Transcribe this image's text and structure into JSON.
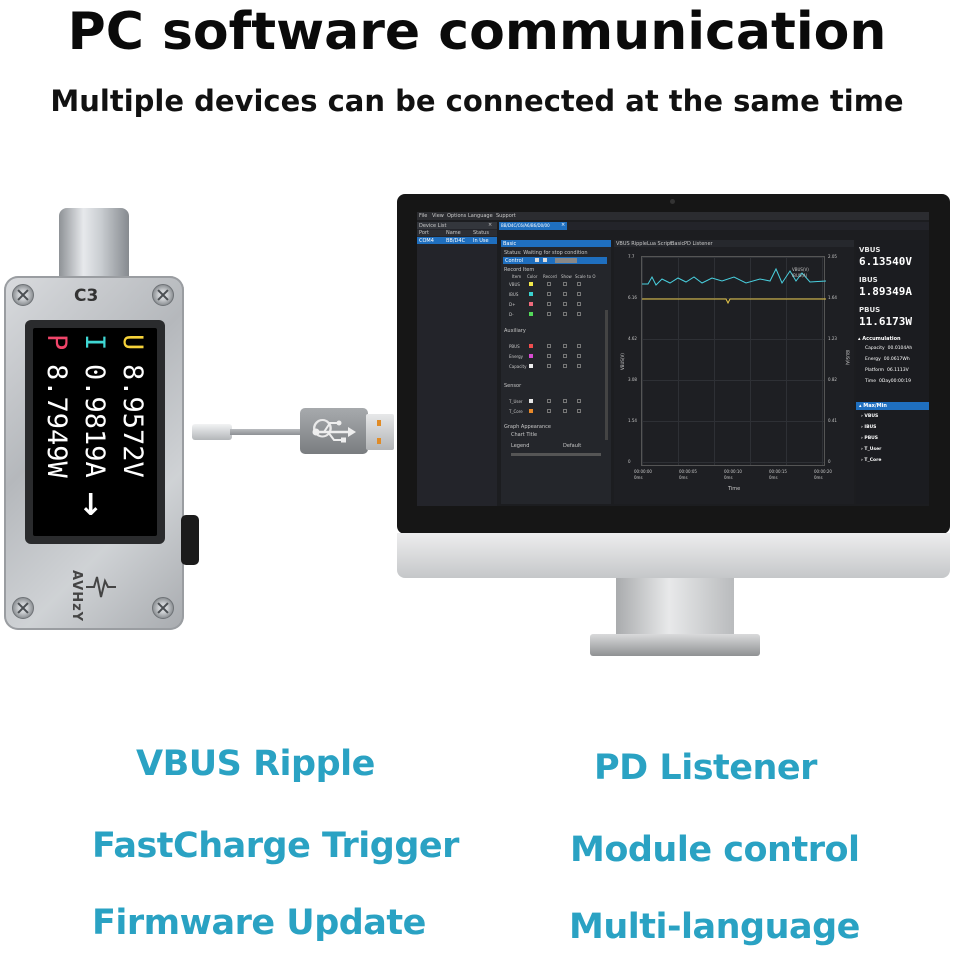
{
  "title": "PC software communication",
  "subtitle": "Multiple devices can be connected at the same time",
  "device": {
    "model": "C3",
    "brand": "AVHzY",
    "rows": [
      {
        "label": "U",
        "value": "8.9572V",
        "color": "#f6d23a"
      },
      {
        "label": "I",
        "value": "0.9819A",
        "color": "#3fd6d3"
      },
      {
        "label": "P",
        "value": "8.7949W",
        "color": "#f0456a"
      }
    ],
    "arrow": "↓"
  },
  "software": {
    "menu": [
      "File",
      "View",
      "Options",
      "Language",
      "Support"
    ],
    "device_list": {
      "title": "Device List",
      "columns": [
        "Port",
        "Name",
        "Status"
      ],
      "rows": [
        {
          "port": "COM4",
          "name": "BB/D4C",
          "status": "In Use"
        }
      ]
    },
    "device_tab": "BB/D4C/C6/A6/B6/D0/00",
    "basic": {
      "title": "Basic",
      "status": "Status:  Waiting for stop condition",
      "control_label": "Control",
      "record_item_title": "Record Item",
      "table_headers": [
        "Item",
        "Color",
        "Record",
        "Show",
        "Scale to O"
      ],
      "record_items": [
        {
          "name": "VBUS",
          "color": "#f2e84a"
        },
        {
          "name": "IBUS",
          "color": "#3ad1cf"
        },
        {
          "name": "D+",
          "color": "#ee6a7c"
        },
        {
          "name": "D-",
          "color": "#53d95a"
        }
      ],
      "auxiliary_title": "Auxiliary",
      "auxiliary_items": [
        {
          "name": "PBUS",
          "color": "#ef4e4e"
        },
        {
          "name": "Energy",
          "color": "#d74bd1"
        },
        {
          "name": "Capacity",
          "color": "#eeeeee"
        }
      ],
      "sensor_title": "Sensor",
      "sensor_items": [
        {
          "name": "T_User",
          "color": "#e8e8e8"
        },
        {
          "name": "T_Core",
          "color": "#e98a2a"
        }
      ],
      "graph_appearance": "Graph Appearance",
      "chart_title": "Chart Title",
      "legend": "Legend",
      "default": "Default"
    },
    "graph": {
      "tabs": [
        "VBUS Ripple",
        "Lua Script",
        "Basic",
        "PD Listener"
      ],
      "legend": [
        "VBUS(V)",
        "IBUS(A)"
      ],
      "y_left": [
        "7.7",
        "6.16",
        "4.62",
        "3.08",
        "1.54",
        "0"
      ],
      "y_right": [
        "2.05",
        "1.64",
        "1.23",
        "0.82",
        "0.41",
        "0"
      ],
      "x_ticks": [
        "00:00:00 0ms",
        "00:00:05 0ms",
        "00:00:10 0ms",
        "00:00:15 0ms",
        "00:00:20 0ms"
      ],
      "xlabel": "Time",
      "ylabel_left": "VBUS(V)",
      "ylabel_right": "IBUS(A)"
    },
    "readout": [
      {
        "label": "VBUS",
        "value": "6.13540V"
      },
      {
        "label": "IBUS",
        "value": "1.89349A"
      },
      {
        "label": "PBUS",
        "value": "11.6173W"
      }
    ],
    "accumulation": {
      "title": "Accumulation",
      "items": [
        {
          "name": "Capacity",
          "value": "00.0104Ah"
        },
        {
          "name": "Energy",
          "value": "00.0617Wh"
        },
        {
          "name": "Platform",
          "value": "06.1113V"
        },
        {
          "name": "Time",
          "value": "0Day00:00:19"
        }
      ]
    },
    "maxmin": {
      "title": "Max/Min",
      "items": [
        "VBUS",
        "IBUS",
        "PBUS",
        "T_User",
        "T_Core"
      ]
    }
  },
  "features": {
    "left": [
      "VBUS Ripple",
      "FastCharge Trigger",
      "Firmware Update"
    ],
    "right": [
      "PD Listener",
      "Module control",
      "Multi-language"
    ]
  }
}
